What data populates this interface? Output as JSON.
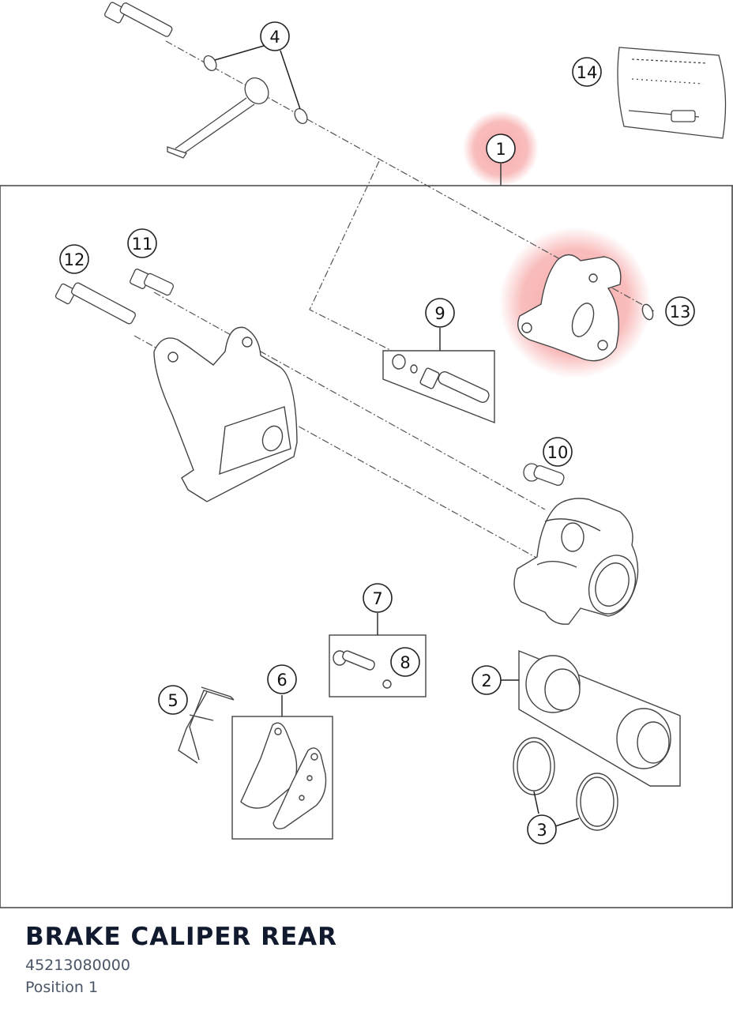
{
  "diagram": {
    "callouts": [
      {
        "id": "1",
        "label": "1",
        "highlighted": true
      },
      {
        "id": "2",
        "label": "2"
      },
      {
        "id": "3",
        "label": "3"
      },
      {
        "id": "4",
        "label": "4"
      },
      {
        "id": "5",
        "label": "5"
      },
      {
        "id": "6",
        "label": "6"
      },
      {
        "id": "7",
        "label": "7"
      },
      {
        "id": "8",
        "label": "8"
      },
      {
        "id": "9",
        "label": "9"
      },
      {
        "id": "10",
        "label": "10"
      },
      {
        "id": "11",
        "label": "11"
      },
      {
        "id": "12",
        "label": "12"
      },
      {
        "id": "13",
        "label": "13",
        "highlighted": true
      },
      {
        "id": "14",
        "label": "14"
      }
    ],
    "highlight_color": "#f26b6b",
    "line_color": "#555555"
  },
  "footer": {
    "title": "BRAKE CALIPER REAR",
    "part_number": "45213080000",
    "position": "Position 1"
  }
}
